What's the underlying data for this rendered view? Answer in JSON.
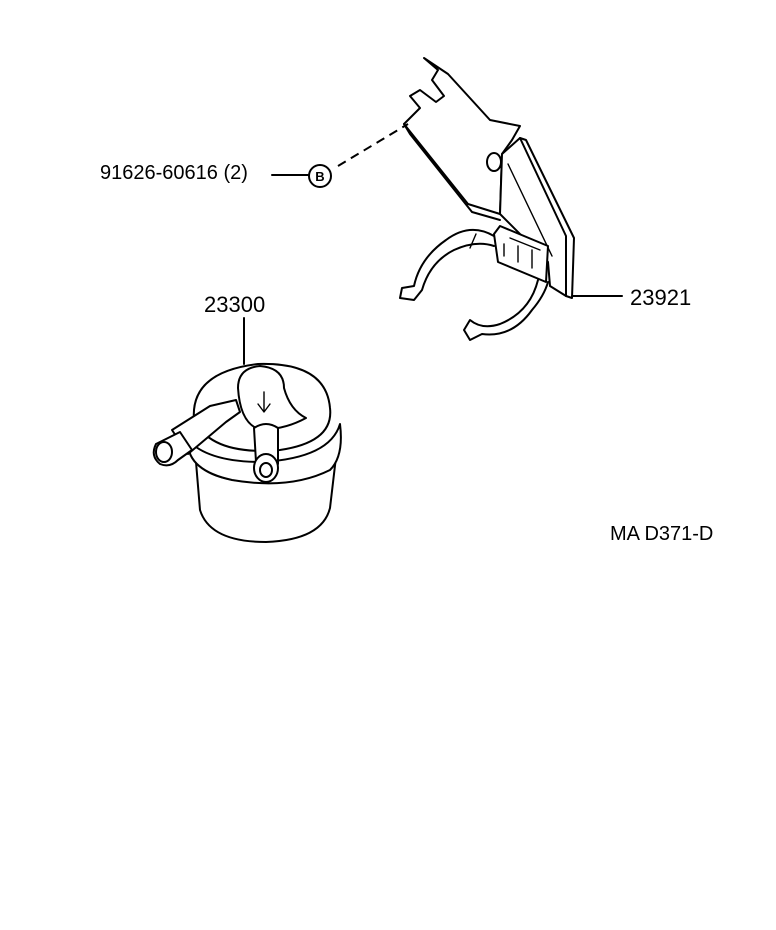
{
  "labels": {
    "bolt_part": "91626-60616 (2)",
    "callout_letter": "B",
    "fuel_filter_part": "23300",
    "bracket_part": "23921",
    "diagram_code": "MA D371-D"
  }
}
